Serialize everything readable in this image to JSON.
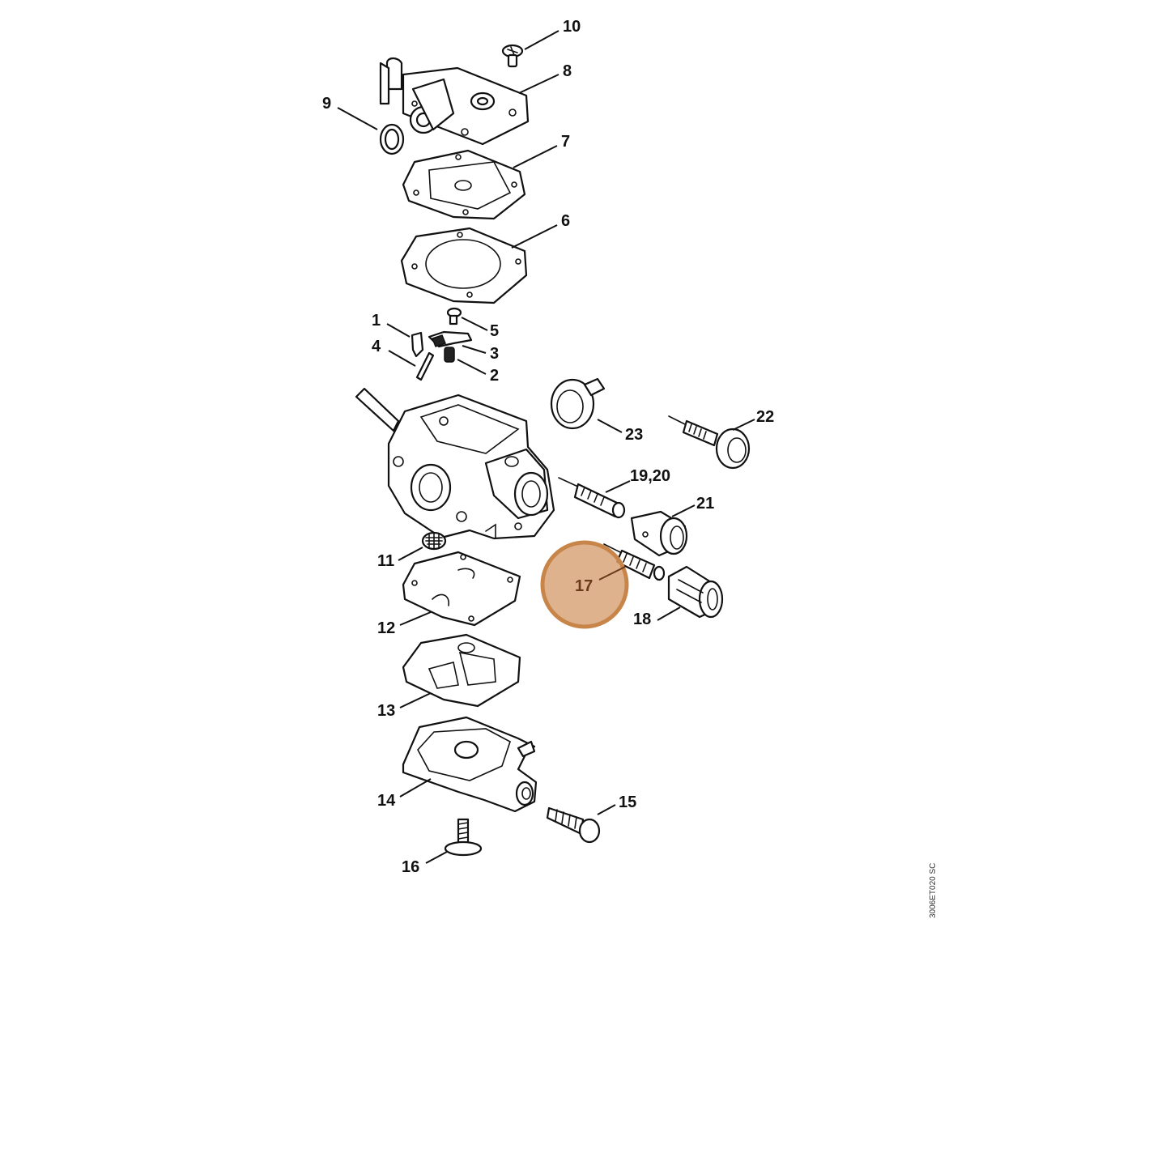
{
  "diagram": {
    "drawing_code": "3006ET020 SC",
    "highlight_color": "#c8854a",
    "highlighted_part": "17",
    "labels": {
      "p1": "1",
      "p2": "2",
      "p3": "3",
      "p4": "4",
      "p5": "5",
      "p6": "6",
      "p7": "7",
      "p8": "8",
      "p9": "9",
      "p10": "10",
      "p11": "11",
      "p12": "12",
      "p13": "13",
      "p14": "14",
      "p15": "15",
      "p16": "16",
      "p17": "17",
      "p18": "18",
      "p19_20": "19,20",
      "p21": "21",
      "p22": "22",
      "p23": "23"
    }
  }
}
